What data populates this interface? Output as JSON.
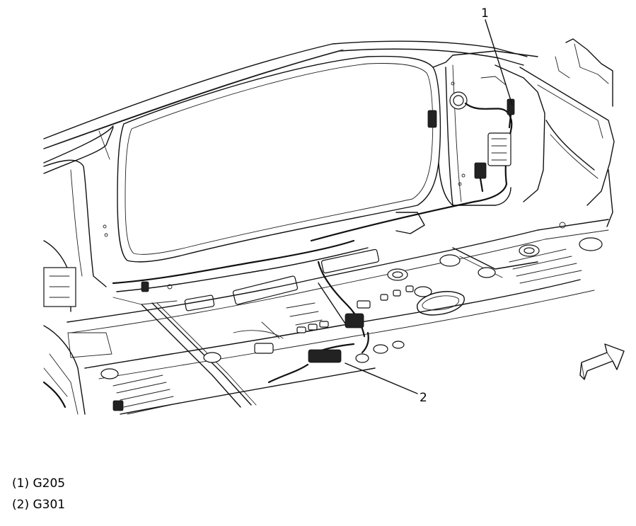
{
  "callouts": [
    {
      "number": "1",
      "code": "G205"
    },
    {
      "number": "2",
      "code": "G301"
    }
  ],
  "legend": [
    {
      "text": "(1) G205"
    },
    {
      "text": "(2) G301"
    }
  ],
  "icons": {
    "direction_arrow": "front-direction-arrow-icon"
  }
}
